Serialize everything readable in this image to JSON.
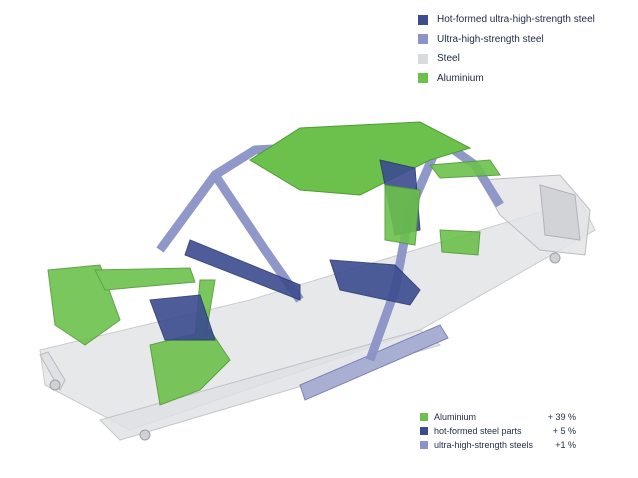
{
  "colors": {
    "hot_formed": "#3b4c8f",
    "uhss": "#8b93c7",
    "steel": "#d9dadc",
    "aluminium": "#6cc14c"
  },
  "legend_materials": [
    {
      "label": "Hot-formed ultra-high-strength steel",
      "color": "#3b4c8f"
    },
    {
      "label": "Ultra-high-strength steel",
      "color": "#8b93c7"
    },
    {
      "label": "Steel",
      "color": "#d9dadc"
    },
    {
      "label": "Aluminium",
      "color": "#6cc14c"
    }
  ],
  "legend_percentages": [
    {
      "label": "Aluminium",
      "value": "+ 39 %",
      "color": "#6cc14c"
    },
    {
      "label": "hot-formed steel parts",
      "value": "+ 5 %",
      "color": "#3b4c8f"
    },
    {
      "label": "ultra-high-strength steels",
      "value": "+1 %",
      "color": "#8b93c7"
    }
  ]
}
